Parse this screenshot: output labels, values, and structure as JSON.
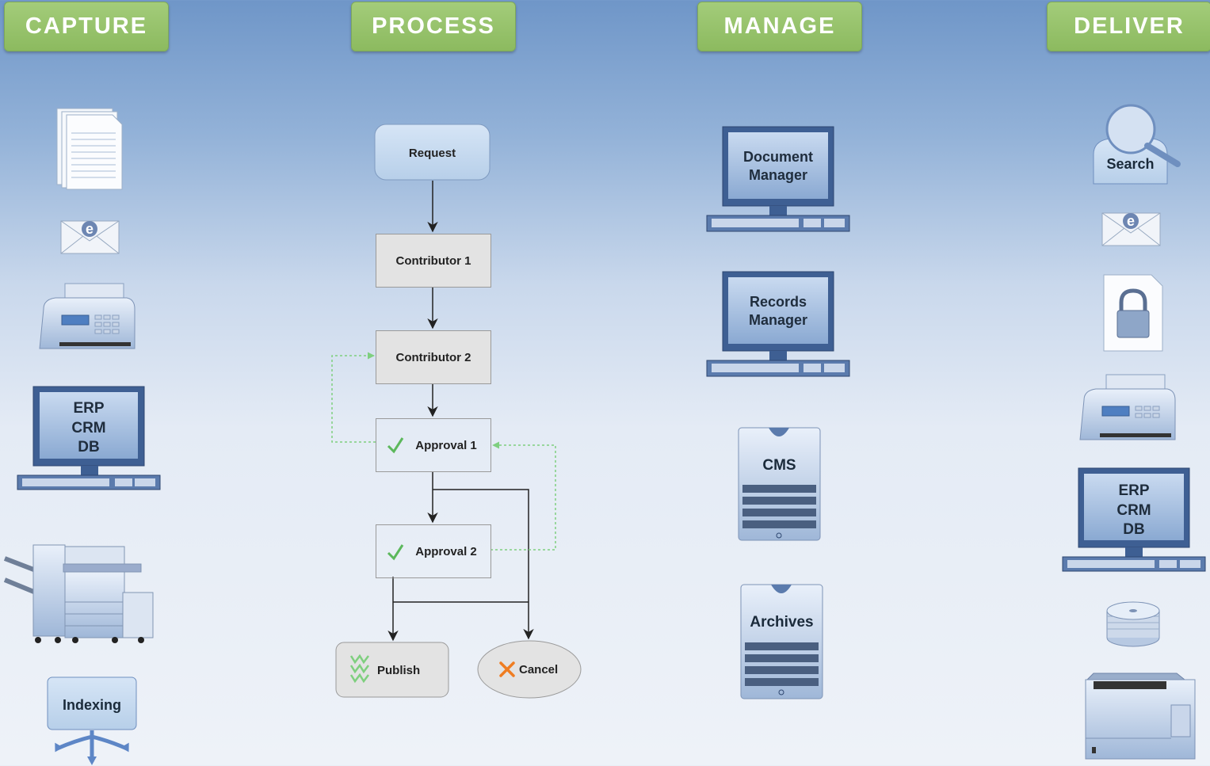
{
  "headers": {
    "capture": "CAPTURE",
    "process": "PROCESS",
    "manage": "MANAGE",
    "deliver": "DELIVER"
  },
  "capture": {
    "erp_lines": [
      "ERP",
      "CRM",
      "DB"
    ],
    "indexing": "Indexing"
  },
  "process": {
    "request": "Request",
    "contributor1": "Contributor 1",
    "contributor2": "Contributor 2",
    "approval1": "Approval 1",
    "approval2": "Approval 2",
    "publish": "Publish",
    "cancel": "Cancel"
  },
  "manage": {
    "document_manager": [
      "Document",
      "Manager"
    ],
    "records_manager": [
      "Records",
      "Manager"
    ],
    "cms": "CMS",
    "archives": "Archives"
  },
  "deliver": {
    "search": "Search",
    "erp_lines": [
      "ERP",
      "CRM",
      "DB"
    ]
  },
  "colors": {
    "header_green": "#8cba5f",
    "approval_check": "#5cb85c",
    "cancel_x": "#ef7d22",
    "feedback_dotted": "#7fcf7f"
  }
}
